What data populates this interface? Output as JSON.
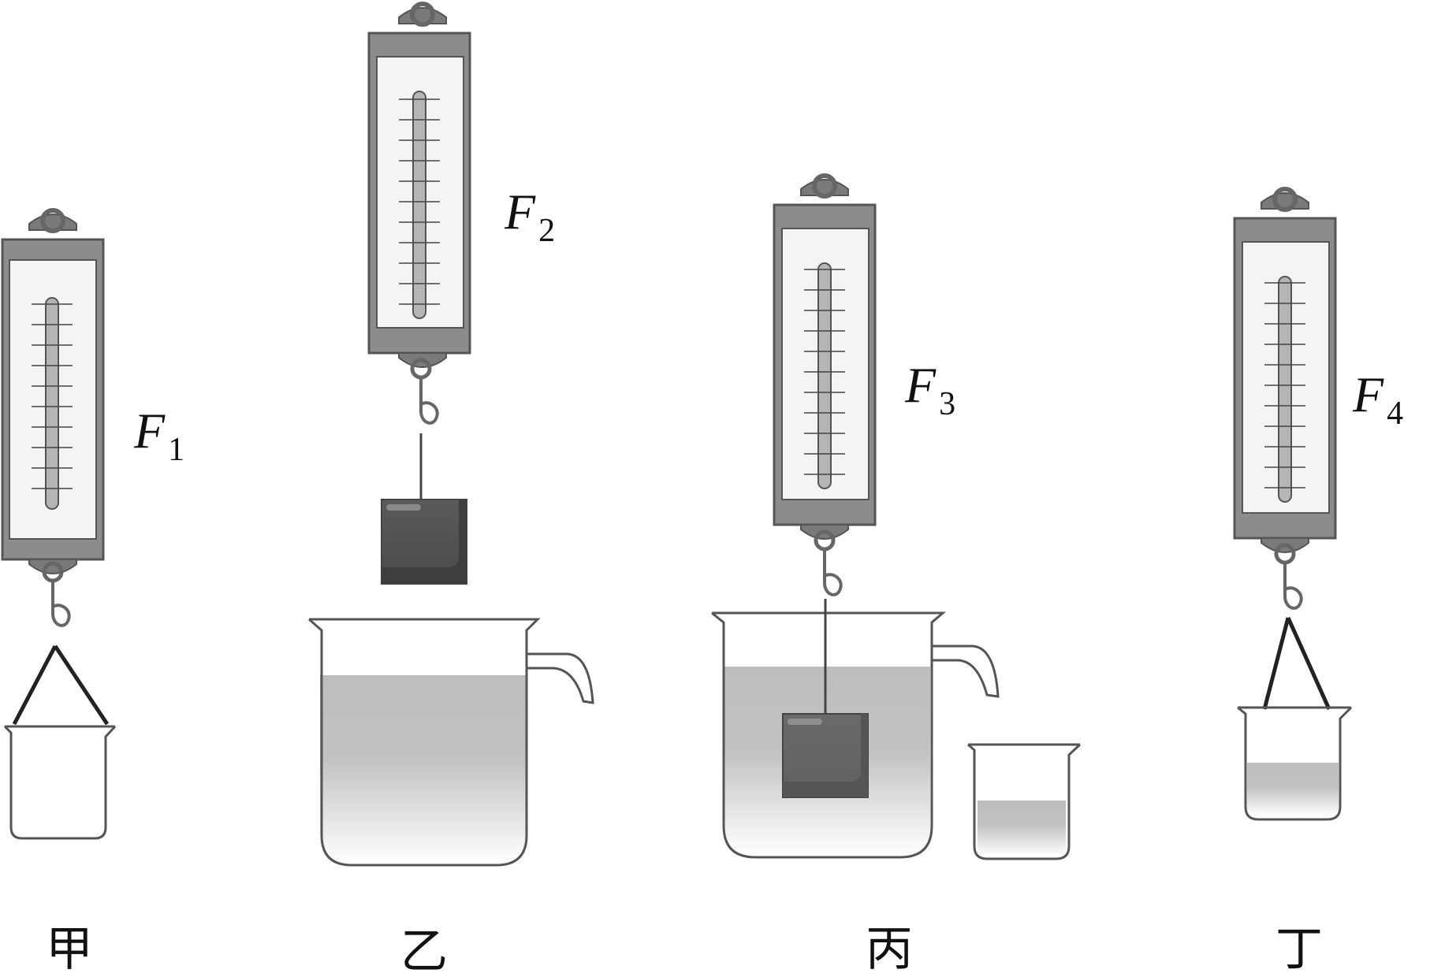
{
  "panels": [
    {
      "id": "jia",
      "label": "甲",
      "force": "F",
      "sub": "1"
    },
    {
      "id": "yi",
      "label": "乙",
      "force": "F",
      "sub": "2"
    },
    {
      "id": "bing",
      "label": "丙",
      "force": "F",
      "sub": "3"
    },
    {
      "id": "ding",
      "label": "丁",
      "force": "F",
      "sub": "4"
    }
  ],
  "colors": {
    "meter_body": "#8a8a8a",
    "meter_face": "#f4f4f4",
    "block": "#555555",
    "liquid": "#bdbdbd",
    "stroke": "#555555"
  }
}
